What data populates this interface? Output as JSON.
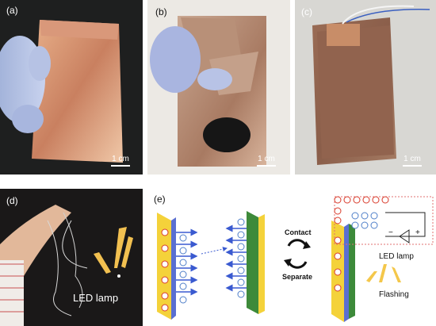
{
  "panels": {
    "a": {
      "label": "(a)",
      "scale": "1 cm"
    },
    "b": {
      "label": "(b)",
      "scale": "1 cm"
    },
    "c": {
      "label": "(c)",
      "scale": "1 cm"
    },
    "d": {
      "label": "(d)",
      "caption": "LED lamp"
    },
    "e": {
      "label": "(e)",
      "contact": "Contact",
      "separate": "Separate",
      "led_label": "LED lamp",
      "flashing": "Flashing"
    }
  },
  "colors": {
    "copper": "#c98a5e",
    "film_yellow": "#f4d23a",
    "film_blue": "#5a6fd1",
    "film_green": "#3d8a3a",
    "positive": "#d93b2b",
    "negative": "#4f7fc9",
    "arrow": "#3a5ad0"
  }
}
